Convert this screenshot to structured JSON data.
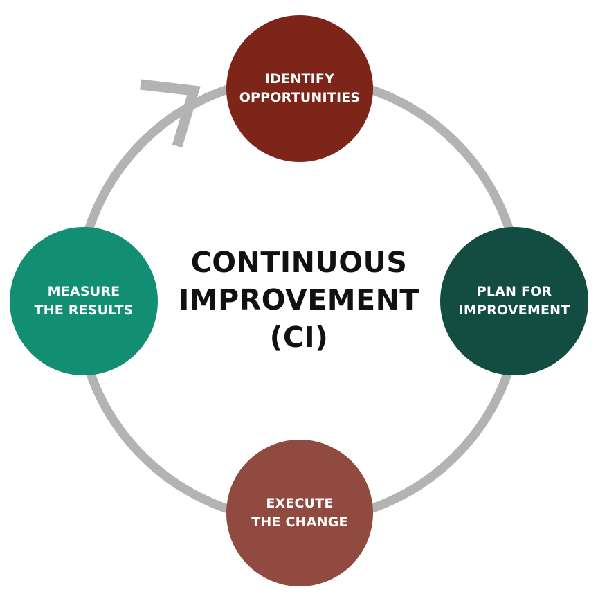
{
  "title": "CONTINUOUS\nIMPROVEMENT\n(CI)",
  "nodes": [
    {
      "label": "IDENTIFY\nOPPORTUNITIES",
      "color": "#7d2518"
    },
    {
      "label": "PLAN FOR\nIMPROVEMENT",
      "color": "#134d42"
    },
    {
      "label": "EXECUTE\nTHE CHANGE",
      "color": "#914a3f"
    },
    {
      "label": "MEASURE\nTHE RESULTS",
      "color": "#128f72"
    }
  ],
  "colors": {
    "cycle_stroke": "#b3b3b3",
    "arrow": "#b3b3b3",
    "title_text": "#111111",
    "node_text": "#ffffff"
  }
}
